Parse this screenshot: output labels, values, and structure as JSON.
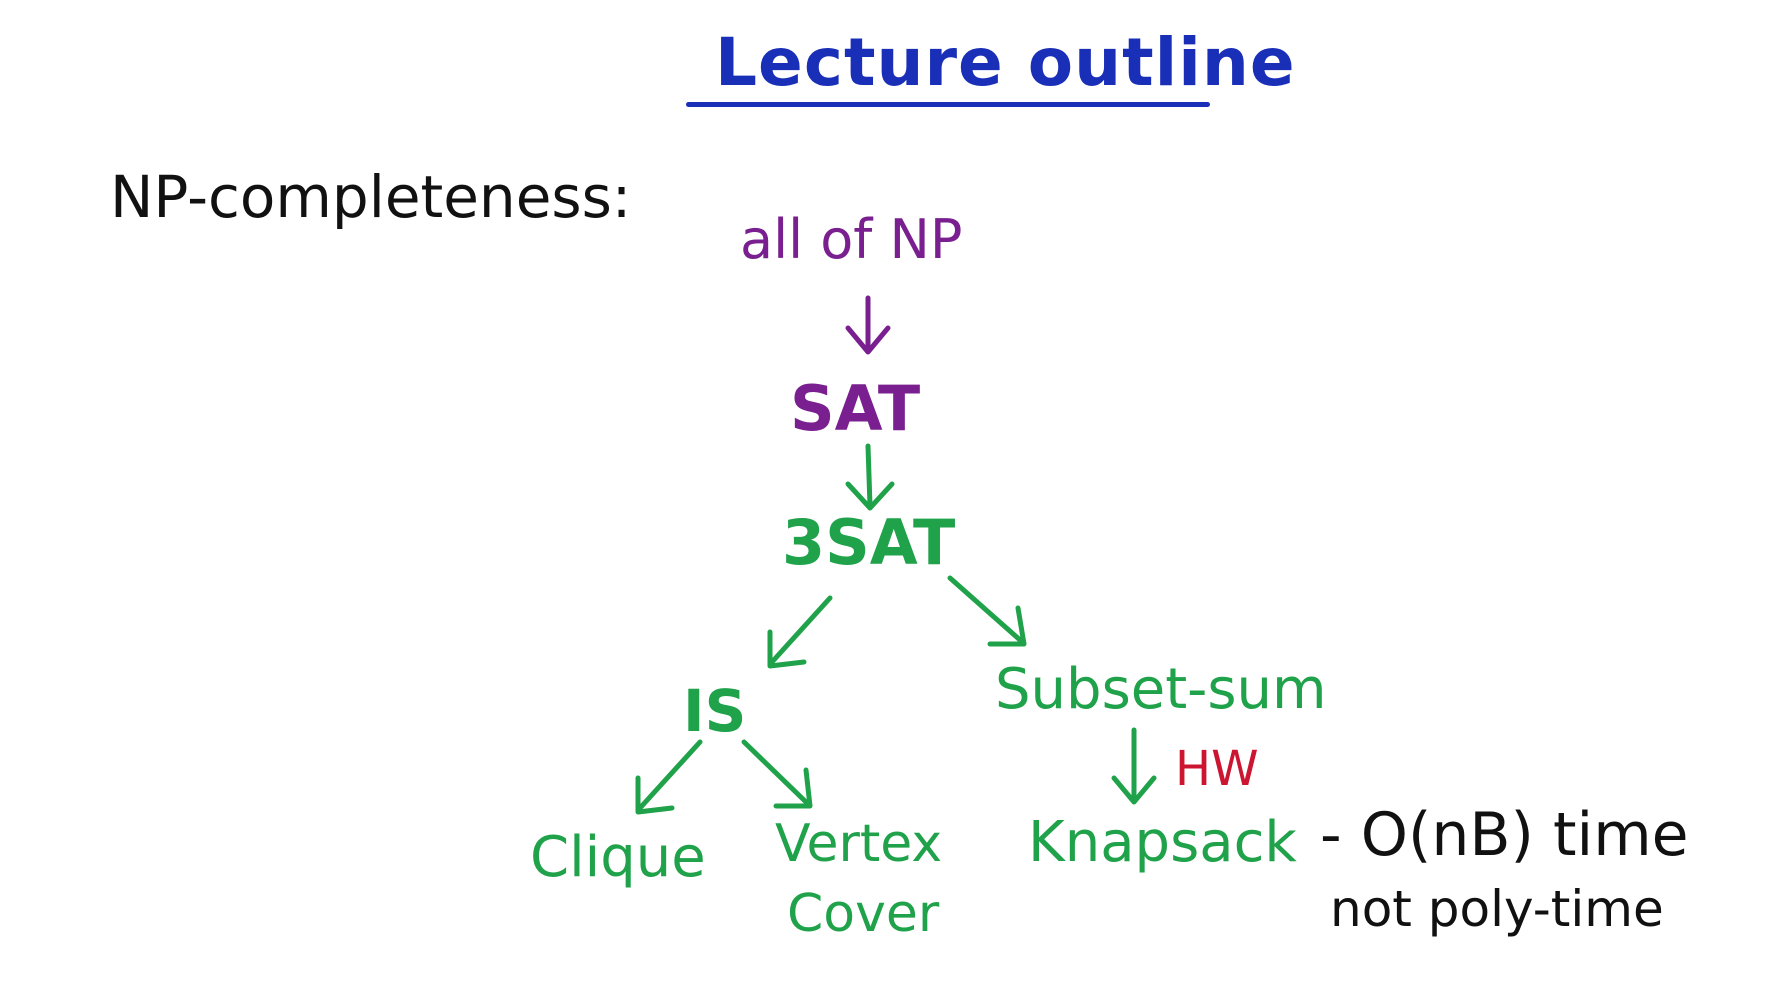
{
  "title": "Lecture outline",
  "section_heading": "NP-completeness:",
  "colors": {
    "title": "#1a2fb8",
    "purple": "#7a1f8f",
    "green": "#1fa24a",
    "red": "#cc1531",
    "black": "#111111"
  },
  "nodes": {
    "np": "all of NP",
    "sat": "SAT",
    "three_sat": "3SAT",
    "is": "IS",
    "subset_sum": "Subset-sum",
    "clique": "Clique",
    "vertex_cover_line1": "Vertex",
    "vertex_cover_line2": "Cover",
    "knapsack": "Knapsack"
  },
  "annotations": {
    "hw": "HW",
    "knapsack_time": "- O(nB) time",
    "not_poly": "not poly-time"
  },
  "edges": [
    {
      "from": "np",
      "to": "sat",
      "color": "purple"
    },
    {
      "from": "sat",
      "to": "three_sat",
      "color": "green"
    },
    {
      "from": "three_sat",
      "to": "is",
      "color": "green"
    },
    {
      "from": "three_sat",
      "to": "subset_sum",
      "color": "green"
    },
    {
      "from": "is",
      "to": "clique",
      "color": "green"
    },
    {
      "from": "is",
      "to": "vertex_cover",
      "color": "green"
    },
    {
      "from": "subset_sum",
      "to": "knapsack",
      "color": "green"
    }
  ]
}
